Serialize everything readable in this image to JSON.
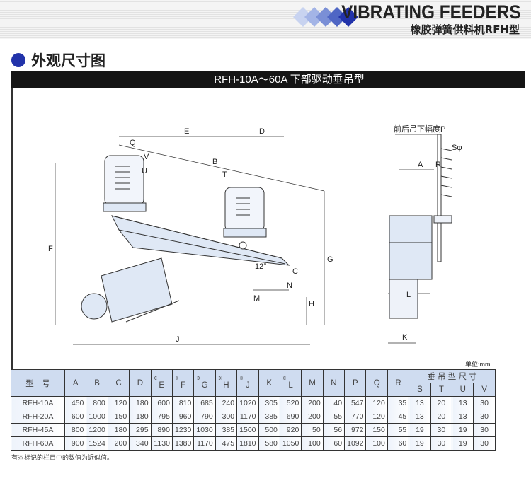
{
  "header": {
    "brand": "VIBRATING FEEDERS",
    "subtitle": "橡胶弹簧供料机RFH型"
  },
  "section": {
    "title": "外观尺寸图"
  },
  "bar": {
    "title": "RFH-10A～60A  下部驱动垂吊型"
  },
  "diagram": {
    "labels": {
      "E": "E",
      "D": "D",
      "Q": "Q",
      "V": "V",
      "U": "U",
      "B": "B",
      "T": "T",
      "F": "F",
      "G": "G",
      "C": "C",
      "N": "N",
      "M": "M",
      "H": "H",
      "J": "J",
      "angle": "12°",
      "P": "前后吊下幅度P",
      "S": "Sφ",
      "A": "A",
      "R": "R",
      "L": "L",
      "K": "K"
    }
  },
  "unit": "单位:mm",
  "table": {
    "model_header": "型　号",
    "columns": [
      "A",
      "B",
      "C",
      "D",
      "E",
      "F",
      "G",
      "H",
      "J",
      "K",
      "L",
      "M",
      "N",
      "P",
      "Q",
      "R"
    ],
    "approx_mark": "※",
    "group_header": "垂 吊 型 尺 寸",
    "sub_columns": [
      "S",
      "T",
      "U",
      "V"
    ],
    "rows": [
      [
        "RFH-10A",
        "450",
        "800",
        "120",
        "180",
        "600",
        "810",
        "685",
        "240",
        "1020",
        "305",
        "520",
        "200",
        "40",
        "547",
        "120",
        "35",
        "13",
        "20",
        "13",
        "30"
      ],
      [
        "RFH-20A",
        "600",
        "1000",
        "150",
        "180",
        "795",
        "960",
        "790",
        "300",
        "1170",
        "385",
        "690",
        "200",
        "55",
        "770",
        "120",
        "45",
        "13",
        "20",
        "13",
        "30"
      ],
      [
        "RFH-45A",
        "800",
        "1200",
        "180",
        "295",
        "890",
        "1230",
        "1030",
        "385",
        "1500",
        "500",
        "920",
        "50",
        "56",
        "972",
        "150",
        "55",
        "19",
        "30",
        "19",
        "30"
      ],
      [
        "RFH-60A",
        "900",
        "1524",
        "200",
        "340",
        "1130",
        "1380",
        "1170",
        "475",
        "1810",
        "580",
        "1050",
        "100",
        "60",
        "1092",
        "100",
        "60",
        "19",
        "30",
        "19",
        "30"
      ]
    ]
  },
  "note": "有※标记的栏目中的数值为近似值。",
  "colors": {
    "accent": "#2233aa",
    "bar": "#151515",
    "table_header": "#cfdcf0"
  }
}
